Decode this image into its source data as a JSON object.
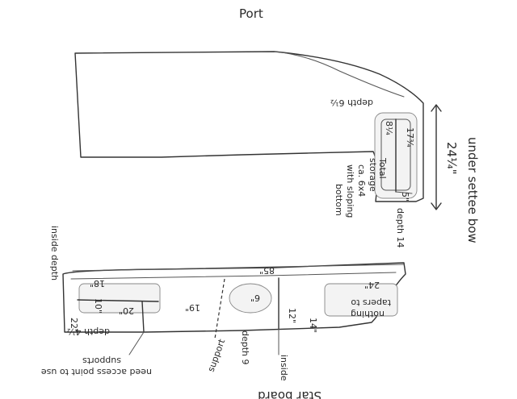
{
  "top": {
    "title": "Port",
    "under_settee_bow": "under settee bow",
    "total_storage_1": "Total",
    "total_storage_2": "storage",
    "approx_1": "ca. 6x4",
    "approx_2": "with sloping",
    "approx_3": "bottom",
    "depth_top": "depth 6½",
    "depth_right": "depth 14",
    "dim_24": "24¼\"",
    "dim_17_3_4": "17¾",
    "dim_8_1_4": "8¼",
    "dim_5": "5\""
  },
  "bottom": {
    "title": "Star board",
    "inside_label": "inside depth",
    "inside_label_2": "inside",
    "depth_left": "depth 4½",
    "depth_mid": "depth 9",
    "dim_85": "85\"",
    "dim_22": "22\"",
    "dim_18": "18\"",
    "dim_10": "10\"",
    "dim_20": "20\"",
    "dim_19": "19\"",
    "dim_12": "12\"",
    "dim_14": "14\"",
    "dim_6": "6\"",
    "dim_24": "24\"",
    "tapers": "tapers to",
    "nothing": "nothing",
    "support": "support",
    "need_access": "need access point to use",
    "supports": "supports"
  }
}
